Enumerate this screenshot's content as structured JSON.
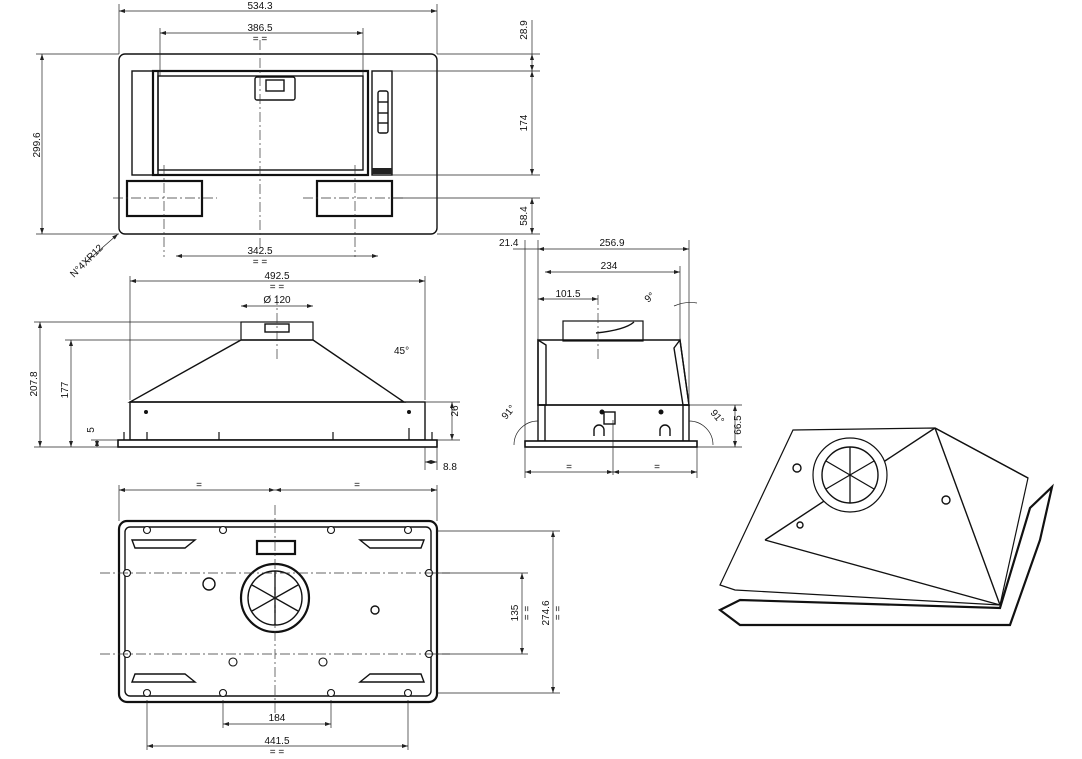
{
  "front_view": {
    "width_overall": "534.3",
    "width_opening": "386.5",
    "opening_symmetry": "= =",
    "top_margin": "28.9",
    "opening_height": "174",
    "height_overall": "299.6",
    "bottom_margin": "58.4",
    "filter_spacing": "342.5",
    "filter_symmetry": "= =",
    "corner_radius": "N°4XR12"
  },
  "side_view": {
    "body_width": "492.5",
    "body_symmetry": "= =",
    "duct_diameter": "Ø 120",
    "slope_angle": "45°",
    "height_overall": "207.8",
    "body_height": "177",
    "flange_thickness": "5",
    "lower_box_height": "26",
    "flange_overhang": "8.8"
  },
  "end_view": {
    "flange_offset": "21.4",
    "depth_overall": "256.9",
    "depth_body": "234",
    "duct_offset": "101.5",
    "tilt_angle": "9°",
    "left_angle": "91°",
    "right_angle": "91°",
    "lower_height": "66.5",
    "left_equal": "=",
    "right_equal": "="
  },
  "bottom_view": {
    "left_equal": "=",
    "right_equal": "=",
    "hole_spacing_vertical": "135",
    "hole_spacing_vertical_sym": "= =",
    "depth_overall": "274.6",
    "depth_overall_sym": "= =",
    "hole_spacing_center": "184",
    "hole_spacing_overall": "441.5",
    "hole_spacing_overall_sym": "= ="
  }
}
